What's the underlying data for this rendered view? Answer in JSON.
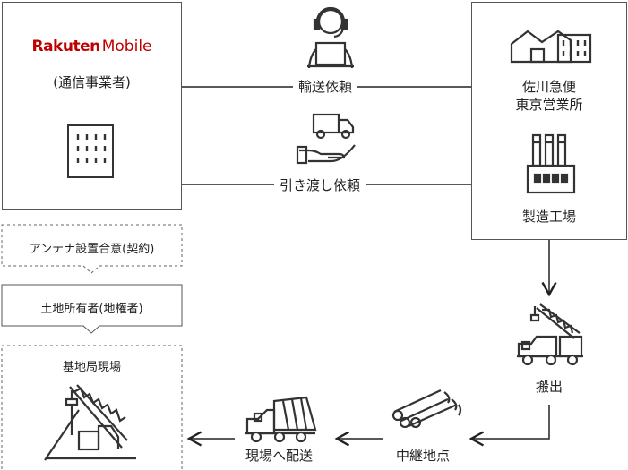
{
  "operator": {
    "brand_main": "Rakuten",
    "brand_sub": "Mobile",
    "role": "(通信事業者)"
  },
  "agreement_note": "アンテナ設置合意(契約)",
  "landowner": "土地所有者(地権者)",
  "site": "基地局現場",
  "carrier": {
    "line1": "佐川急便",
    "line2": "東京営業所"
  },
  "factory": "製造工場",
  "flows": {
    "transport_request": "輸送依頼",
    "handover_request": "引き渡し依頼",
    "carry_out": "搬出",
    "relay_point": "中継地点",
    "deliver_to_site": "現場へ配送"
  },
  "colors": {
    "brand": "#bf0000",
    "stroke": "#333333"
  }
}
